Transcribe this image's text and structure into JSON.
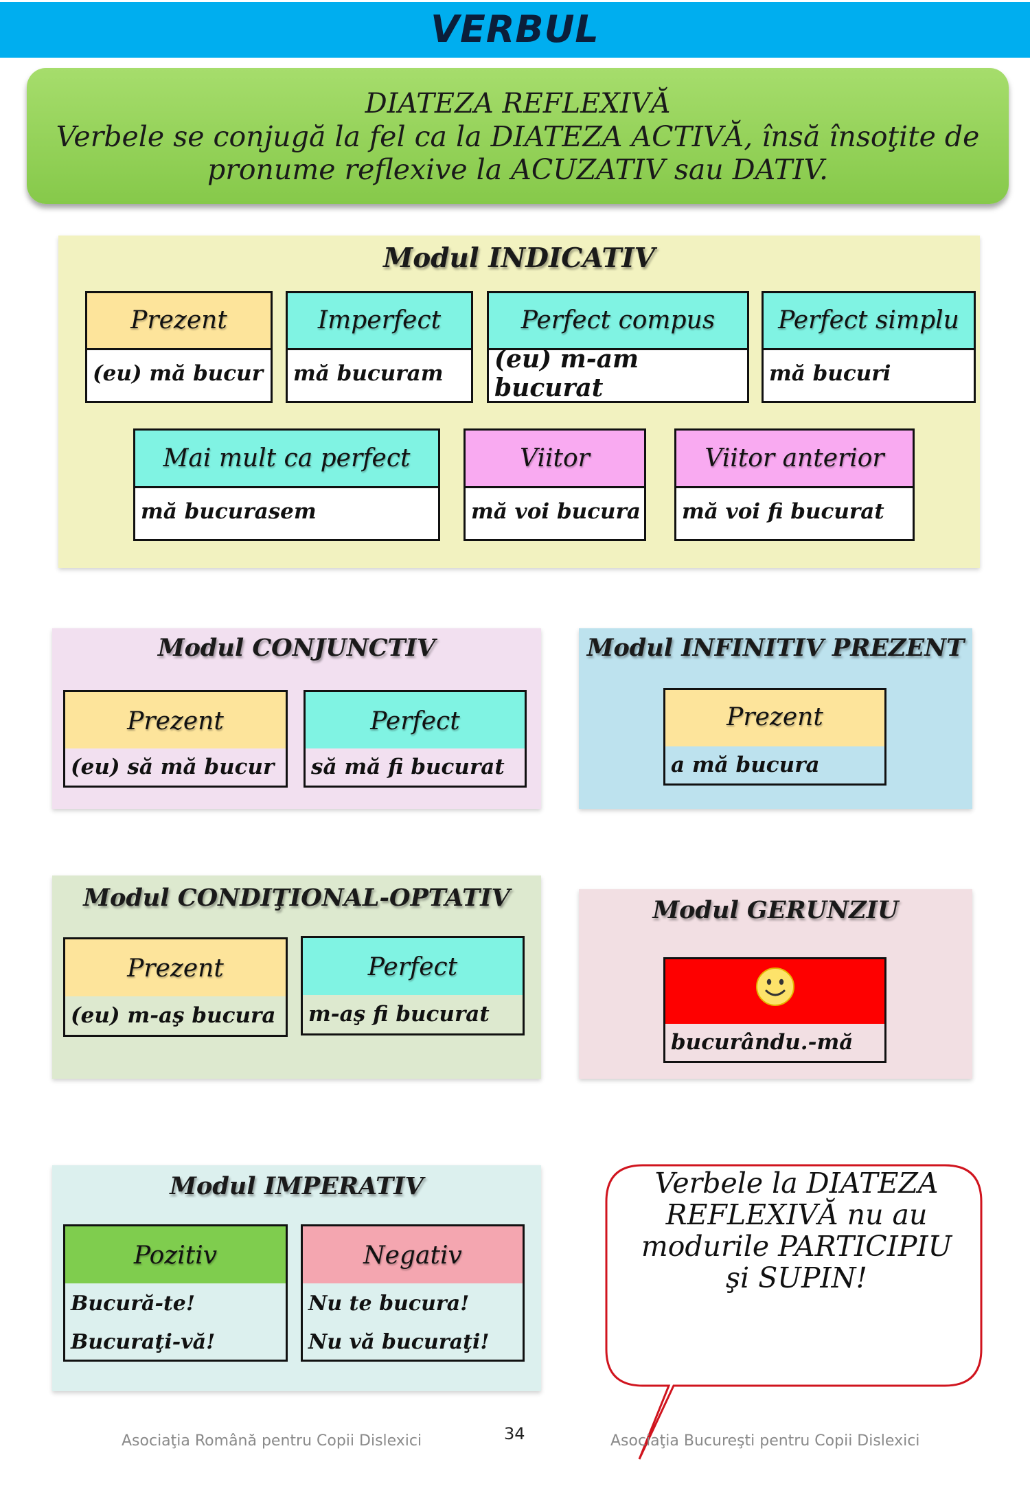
{
  "header": {
    "title": "VERBUL"
  },
  "banner": {
    "title": "DIATEZA REFLEXIVĂ",
    "text": "Verbele se conjugă la fel ca la DIATEZA ACTIVĂ, însă însoţite de pronume reflexive la ACUZATIV sau DATIV."
  },
  "indicativ": {
    "title": "Modul INDICATIV",
    "tenses": [
      {
        "name": "Prezent",
        "value": "(eu) mă bucur"
      },
      {
        "name": "Imperfect",
        "value": "mă bucuram"
      },
      {
        "name": "Perfect compus",
        "value": "(eu) m-am bucurat"
      },
      {
        "name": "Perfect simplu",
        "value": "mă bucuri"
      },
      {
        "name": "Mai mult ca perfect",
        "value": "mă bucurasem"
      },
      {
        "name": "Viitor",
        "value": "mă voi bucura"
      },
      {
        "name": "Viitor anterior",
        "value": "mă voi fi bucurat"
      }
    ]
  },
  "conjunctiv": {
    "title": "Modul CONJUNCTIV",
    "tenses": [
      {
        "name": "Prezent",
        "value": "(eu) să mă bucur"
      },
      {
        "name": "Perfect",
        "value": "să mă fi bucurat"
      }
    ]
  },
  "infinitiv": {
    "title": "Modul INFINITIV PREZENT",
    "tenses": [
      {
        "name": "Prezent",
        "value": "a mă bucura"
      }
    ]
  },
  "conditional": {
    "title": "Modul CONDIŢIONAL-OPTATIV",
    "tenses": [
      {
        "name": "Prezent",
        "value": "(eu) m-aş bucura"
      },
      {
        "name": "Perfect",
        "value": "m-aş fi bucurat"
      }
    ]
  },
  "gerunziu": {
    "title": "Modul GERUNZIU",
    "value": "bucurându.-mă"
  },
  "imperativ": {
    "title": "Modul IMPERATIV",
    "positive": {
      "name": "Pozitiv",
      "lines": [
        "Bucură-te!",
        "Bucuraţi-vă!"
      ]
    },
    "negative": {
      "name": "Negativ",
      "lines": [
        "Nu te bucura!",
        "Nu vă bucuraţi!"
      ]
    }
  },
  "note": {
    "lines": [
      "Verbele la DIATEZA",
      "REFLEXIVĂ nu au",
      "modurile PARTICIPIU",
      "şi SUPIN!"
    ]
  },
  "footer": {
    "left": "Asociaţia Română pentru Copii Dislexici",
    "page": "34",
    "right": "Asociaţia Bucureşti pentru Copii Dislexici"
  },
  "colors": {
    "header": "#00aeef",
    "banner": "#92d050",
    "indicativ_panel": "#f2f2c0",
    "conjunctiv_panel": "#f2e0f0",
    "infinitiv_panel": "#bde2ee",
    "conditional_panel": "#dde9cf",
    "gerunziu_panel": "#f2dfe3",
    "imperativ_panel": "#dcf0ee",
    "bubble_border": "#d0141e"
  },
  "icons": {
    "gerunziu": "smiley-face-icon"
  }
}
